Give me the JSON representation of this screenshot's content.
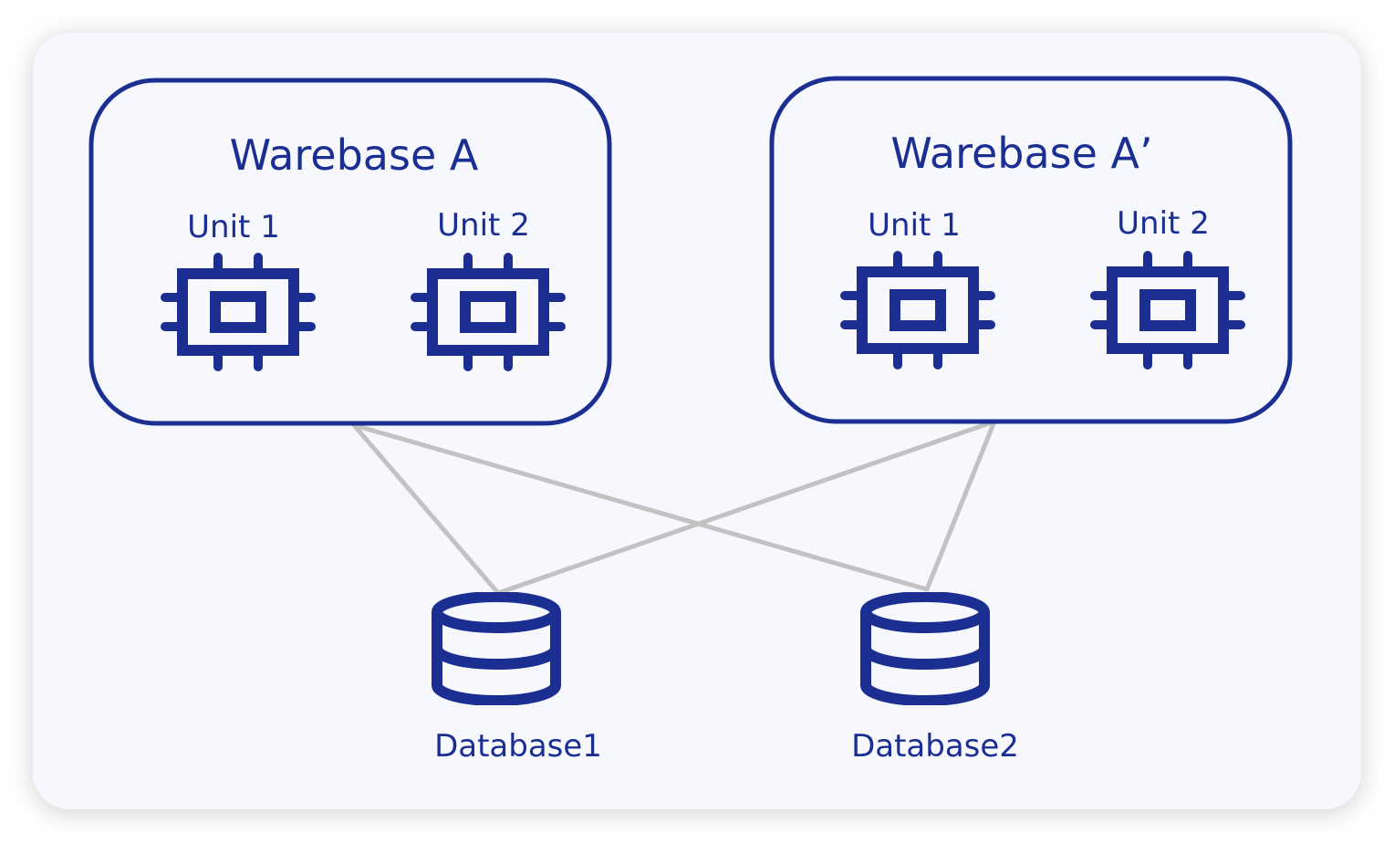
{
  "colors": {
    "background_card": "#f6f8fd",
    "accent_blue": "#1b2f93",
    "connector_gray": "#c2c2c2"
  },
  "warebases": [
    {
      "title": "Warebase A",
      "units": [
        {
          "label": "Unit 1",
          "icon": "chip-icon"
        },
        {
          "label": "Unit 2",
          "icon": "chip-icon"
        }
      ]
    },
    {
      "title": "Warebase A’",
      "units": [
        {
          "label": "Unit 1",
          "icon": "chip-icon"
        },
        {
          "label": "Unit 2",
          "icon": "chip-icon"
        }
      ]
    }
  ],
  "databases": [
    {
      "label": "Database1",
      "icon": "database-icon"
    },
    {
      "label": "Database2",
      "icon": "database-icon"
    }
  ],
  "connections": [
    {
      "from": "Warebase A",
      "to": "Database1"
    },
    {
      "from": "Warebase A",
      "to": "Database2"
    },
    {
      "from": "Warebase A’",
      "to": "Database1"
    },
    {
      "from": "Warebase A’",
      "to": "Database2"
    }
  ]
}
